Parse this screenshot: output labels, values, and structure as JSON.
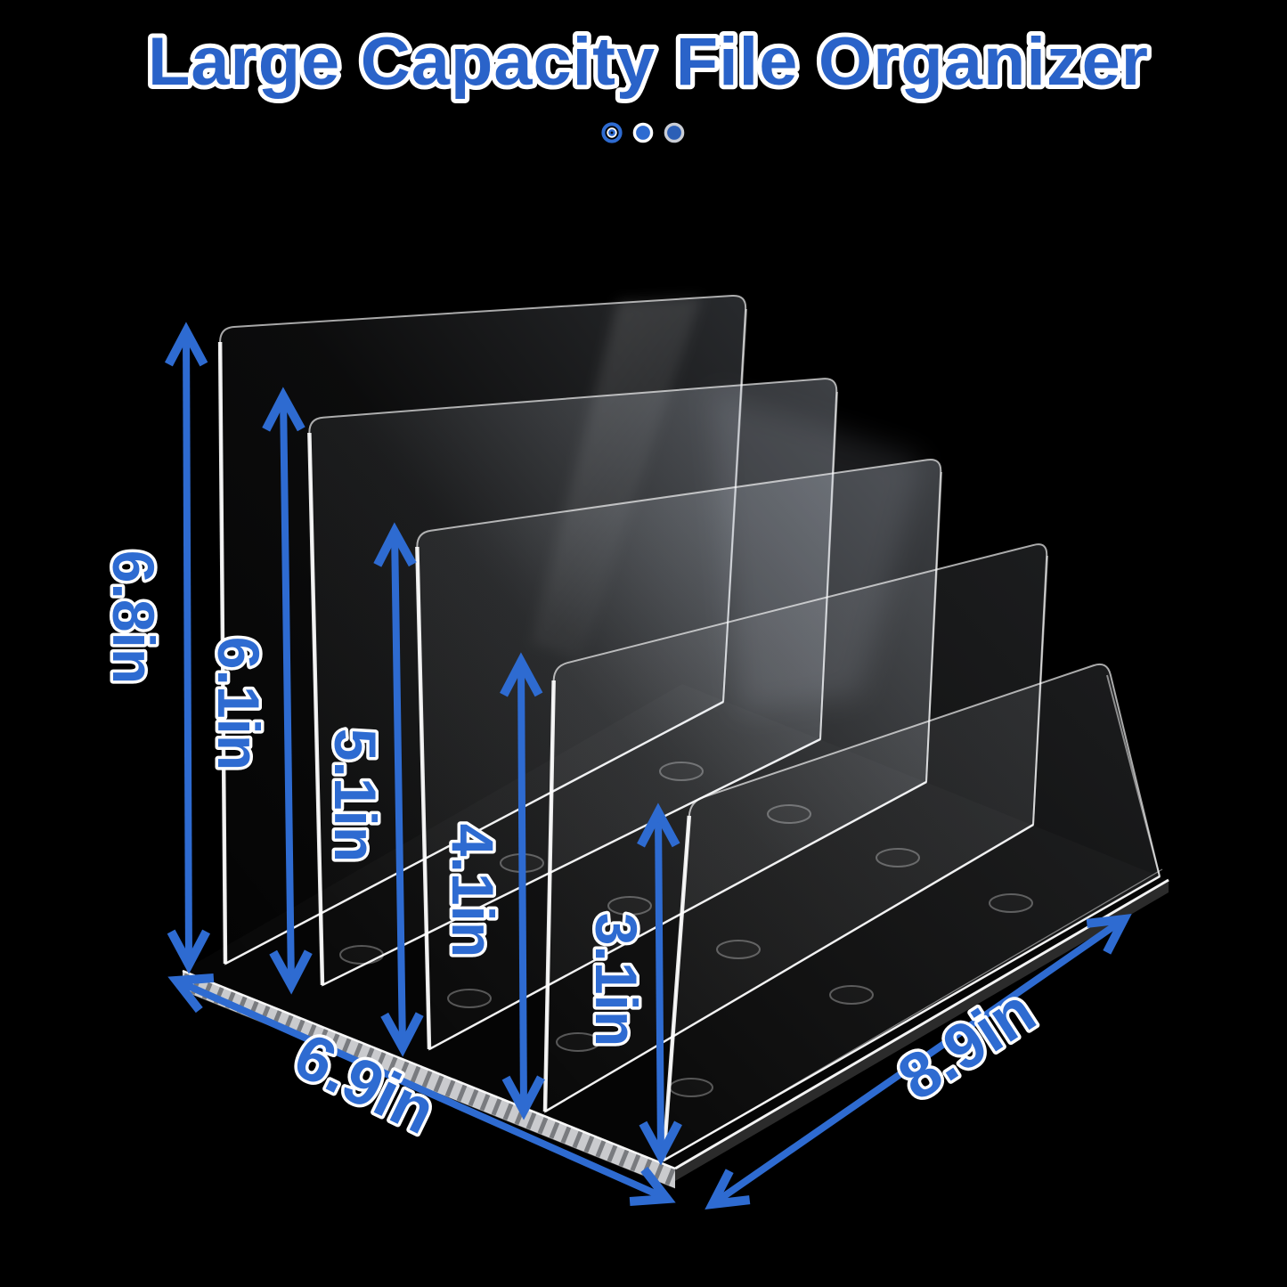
{
  "image": {
    "title": "Large Capacity File Organizer",
    "carousel_dots": [
      {
        "index": 1,
        "style": "target-ring"
      },
      {
        "index": 2,
        "style": "solid-blue-white-ring"
      },
      {
        "index": 3,
        "style": "solid-blue-gray-ring"
      }
    ]
  },
  "product": {
    "type": "clear-acrylic-file-organizer",
    "sections": 4,
    "divider_count": 5
  },
  "measurements": {
    "panel_heights": [
      "6.8in",
      "6.1in",
      "5.1in",
      "4.1in",
      "3.1in"
    ],
    "width": "6.9in",
    "depth": "8.9in"
  },
  "colors": {
    "background": "#000000",
    "accent_blue": "#2e6bd1",
    "title_blue": "#2a63c9",
    "label_outline": "#ffffff",
    "acrylic_edge": "#ffffff"
  }
}
